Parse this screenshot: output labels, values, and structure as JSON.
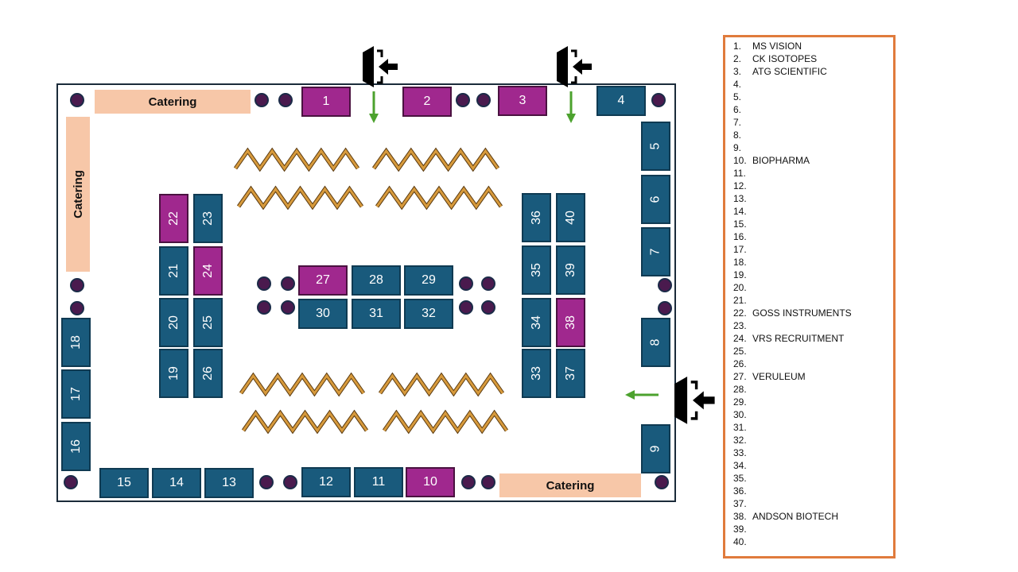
{
  "catering_label": "Catering",
  "colors": {
    "standard_booth": "#195a7c",
    "sponsor_booth": "#a0288e",
    "catering": "#f7c7a8",
    "legend_border": "#e07b3c",
    "arrow": "#4ca22e"
  },
  "booths": [
    {
      "n": "1",
      "type": "sponsor"
    },
    {
      "n": "2",
      "type": "sponsor"
    },
    {
      "n": "3",
      "type": "sponsor"
    },
    {
      "n": "4",
      "type": "standard"
    },
    {
      "n": "5",
      "type": "standard"
    },
    {
      "n": "6",
      "type": "standard"
    },
    {
      "n": "7",
      "type": "standard"
    },
    {
      "n": "8",
      "type": "standard"
    },
    {
      "n": "9",
      "type": "standard"
    },
    {
      "n": "10",
      "type": "sponsor"
    },
    {
      "n": "11",
      "type": "standard"
    },
    {
      "n": "12",
      "type": "standard"
    },
    {
      "n": "13",
      "type": "standard"
    },
    {
      "n": "14",
      "type": "standard"
    },
    {
      "n": "15",
      "type": "standard"
    },
    {
      "n": "16",
      "type": "standard"
    },
    {
      "n": "17",
      "type": "standard"
    },
    {
      "n": "18",
      "type": "standard"
    },
    {
      "n": "19",
      "type": "standard"
    },
    {
      "n": "20",
      "type": "standard"
    },
    {
      "n": "21",
      "type": "standard"
    },
    {
      "n": "22",
      "type": "sponsor"
    },
    {
      "n": "23",
      "type": "standard"
    },
    {
      "n": "24",
      "type": "sponsor"
    },
    {
      "n": "25",
      "type": "standard"
    },
    {
      "n": "26",
      "type": "standard"
    },
    {
      "n": "27",
      "type": "sponsor"
    },
    {
      "n": "28",
      "type": "standard"
    },
    {
      "n": "29",
      "type": "standard"
    },
    {
      "n": "30",
      "type": "standard"
    },
    {
      "n": "31",
      "type": "standard"
    },
    {
      "n": "32",
      "type": "standard"
    },
    {
      "n": "33",
      "type": "standard"
    },
    {
      "n": "34",
      "type": "standard"
    },
    {
      "n": "35",
      "type": "standard"
    },
    {
      "n": "36",
      "type": "standard"
    },
    {
      "n": "37",
      "type": "standard"
    },
    {
      "n": "38",
      "type": "sponsor"
    },
    {
      "n": "39",
      "type": "standard"
    },
    {
      "n": "40",
      "type": "standard"
    }
  ],
  "legend": [
    {
      "num": "1.",
      "name": "MS VISION"
    },
    {
      "num": "2.",
      "name": "CK ISOTOPES"
    },
    {
      "num": "3.",
      "name": "ATG SCIENTIFIC"
    },
    {
      "num": "4.",
      "name": ""
    },
    {
      "num": "5.",
      "name": ""
    },
    {
      "num": "6.",
      "name": ""
    },
    {
      "num": "7.",
      "name": ""
    },
    {
      "num": "8.",
      "name": ""
    },
    {
      "num": "9.",
      "name": ""
    },
    {
      "num": "10.",
      "name": "BIOPHARMA"
    },
    {
      "num": "11.",
      "name": ""
    },
    {
      "num": "12.",
      "name": ""
    },
    {
      "num": "13.",
      "name": ""
    },
    {
      "num": "14.",
      "name": ""
    },
    {
      "num": "15.",
      "name": ""
    },
    {
      "num": "16.",
      "name": ""
    },
    {
      "num": "17.",
      "name": ""
    },
    {
      "num": "18.",
      "name": ""
    },
    {
      "num": "19.",
      "name": ""
    },
    {
      "num": "20.",
      "name": ""
    },
    {
      "num": "21.",
      "name": ""
    },
    {
      "num": "22.",
      "name": "GOSS INSTRUMENTS"
    },
    {
      "num": "23.",
      "name": ""
    },
    {
      "num": "24.",
      "name": "VRS RECRUITMENT"
    },
    {
      "num": "25.",
      "name": ""
    },
    {
      "num": "26.",
      "name": ""
    },
    {
      "num": "27.",
      "name": "VERULEUM"
    },
    {
      "num": "28.",
      "name": ""
    },
    {
      "num": "29.",
      "name": ""
    },
    {
      "num": "30.",
      "name": ""
    },
    {
      "num": "31.",
      "name": ""
    },
    {
      "num": "32.",
      "name": ""
    },
    {
      "num": "33.",
      "name": ""
    },
    {
      "num": "34.",
      "name": ""
    },
    {
      "num": "35.",
      "name": ""
    },
    {
      "num": "36.",
      "name": ""
    },
    {
      "num": "37.",
      "name": ""
    },
    {
      "num": "38.",
      "name": "ANDSON BIOTECH"
    },
    {
      "num": "39.",
      "name": ""
    },
    {
      "num": "40.",
      "name": ""
    }
  ]
}
